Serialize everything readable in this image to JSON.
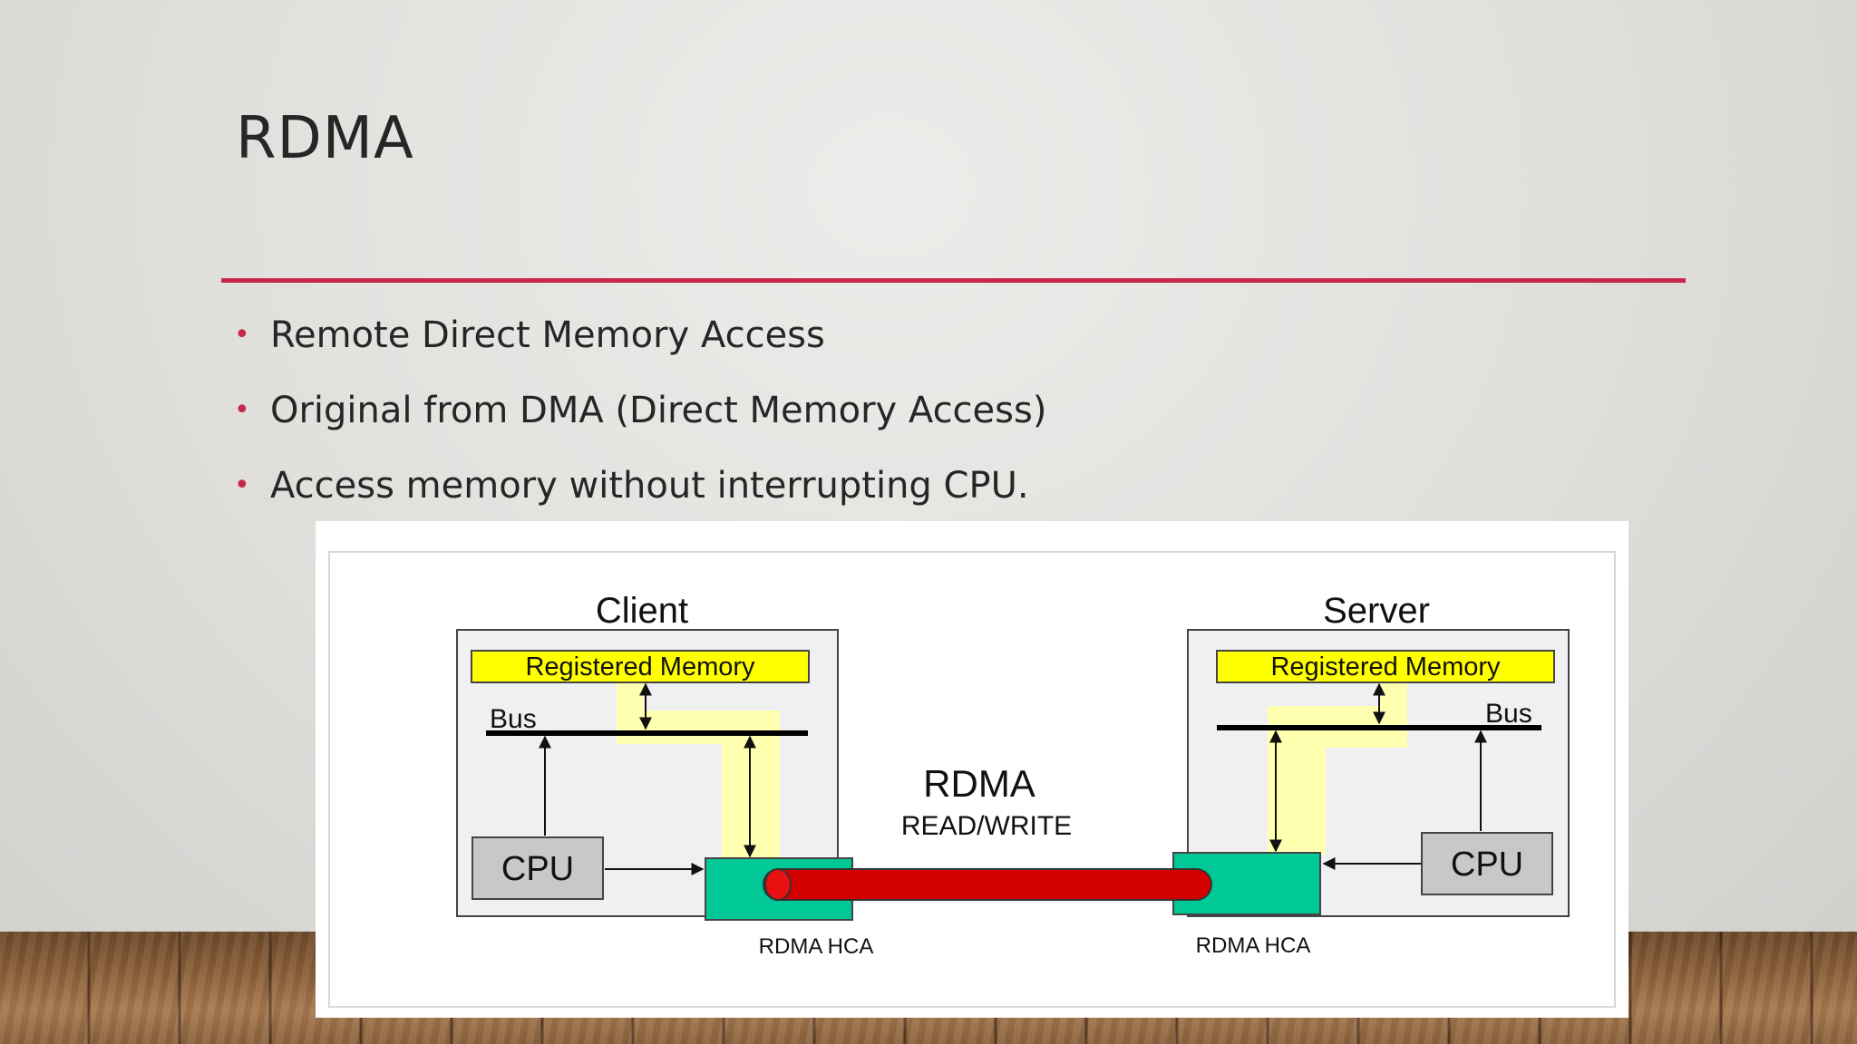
{
  "slide": {
    "title": "RDMA",
    "bullets": [
      "Remote Direct Memory Access",
      "Original from DMA (Direct Memory Access)",
      "Access memory without interrupting CPU."
    ]
  },
  "diagram": {
    "client": {
      "label": "Client",
      "memory": "Registered Memory",
      "bus": "Bus",
      "cpu": "CPU",
      "hca": "RDMA HCA"
    },
    "server": {
      "label": "Server",
      "memory": "Registered Memory",
      "bus": "Bus",
      "cpu": "CPU",
      "hca": "RDMA HCA"
    },
    "link": {
      "title": "RDMA",
      "subtitle": "READ/WRITE"
    }
  },
  "colors": {
    "accent": "#c7284a",
    "memory_fill": "#ffff00",
    "hca_fill": "#00c896",
    "pipe_fill": "#d40000",
    "path_highlight": "#ffffb0"
  }
}
